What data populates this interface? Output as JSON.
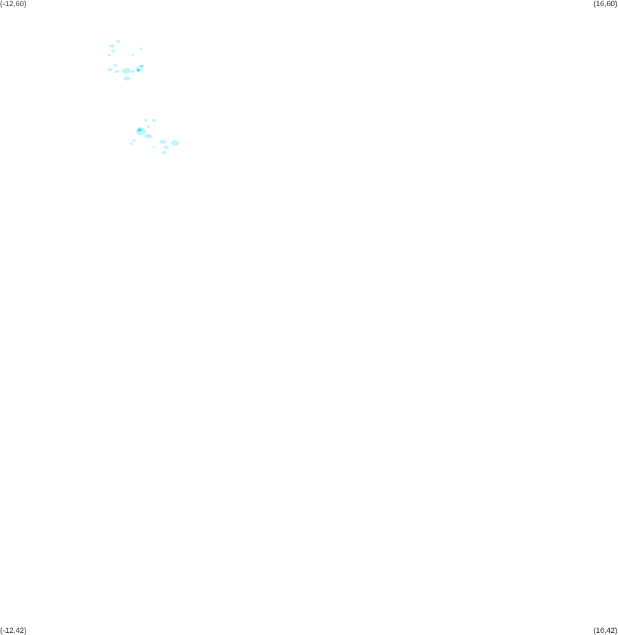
{
  "map": {
    "corners": {
      "top_left": "(-12,60)",
      "top_right": "(16,60)",
      "bottom_left": "(-12,42)",
      "bottom_right": "(16,42)"
    },
    "colors": {
      "background": "#ffffff",
      "patch_light": "#bff6fb",
      "patch_mid": "#8eecf6",
      "patch_dark": "#3fd6ea"
    }
  }
}
